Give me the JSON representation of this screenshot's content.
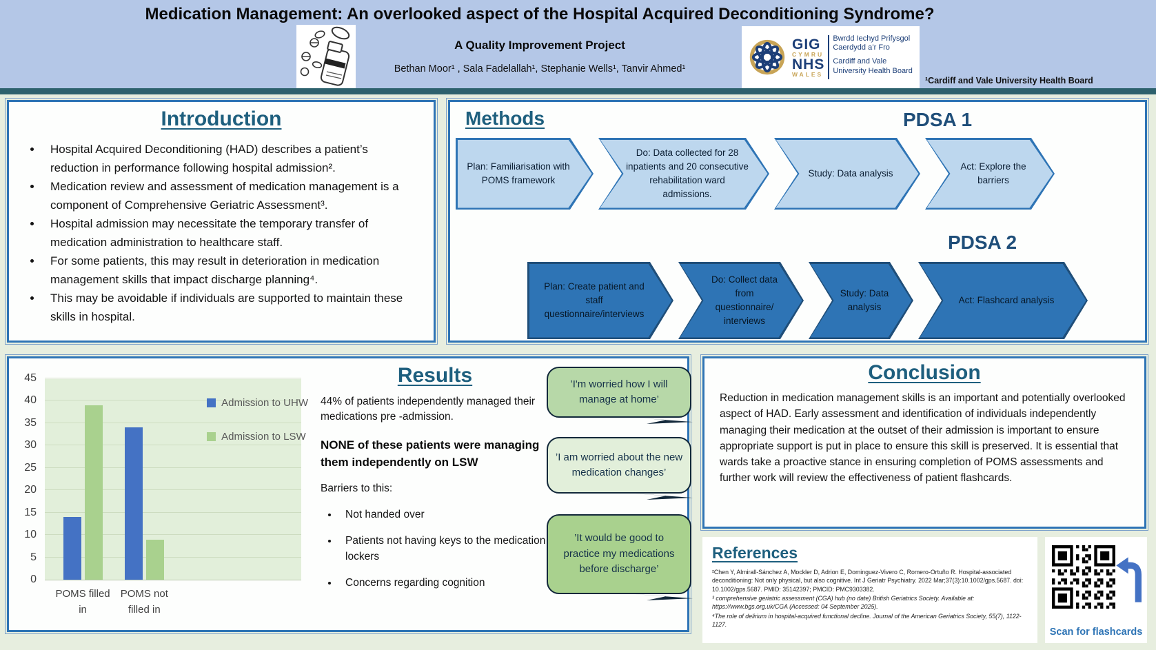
{
  "colors": {
    "header_bg": "#b4c7e7",
    "divider_teal": "#2d616d",
    "body_bg": "#e7eedf",
    "panel_border_blue": "#2e74b5",
    "heading_teal": "#1e5f7e",
    "pdsa1_chevron_fill": "#bdd7ee",
    "pdsa1_chevron_border": "#2e74b5",
    "pdsa2_chevron_fill": "#2e74b5",
    "pdsa2_chevron_border": "#1f4e79",
    "bar_blue": "#4472c4",
    "bar_green": "#a9d18e",
    "chart_plot_bg": "#e2efda",
    "scan_caption_blue": "#2e74b5"
  },
  "header": {
    "title": "Medication Management: An overlooked aspect of the Hospital Acquired Deconditioning Syndrome?",
    "subtitle": "A Quality Improvement Project",
    "authors": "Bethan Moor¹ , Sala Fadelallah¹, Stephanie Wells¹, Tanvir Ahmed¹",
    "affiliation": "¹Cardiff and Vale University Health Board",
    "logo": {
      "gig": "GIG",
      "cymru": "CYMRU",
      "nhs": "NHS",
      "wales": "WALES",
      "welsh_line1": "Bwrdd Iechyd Prifysgol",
      "welsh_line2": "Caerdydd a’r Fro",
      "english_line1": "Cardiff and Vale",
      "english_line2": "University Health Board"
    }
  },
  "introduction": {
    "heading": "Introduction",
    "bullets": [
      "Hospital Acquired Deconditioning (HAD) describes a patient’s reduction in performance following hospital admission².",
      "Medication review and assessment of medication management is a component of Comprehensive Geriatric Assessment³.",
      "Hospital admission may necessitate the temporary transfer of medication administration to healthcare staff.",
      "For some patients, this may result in deterioration in medication management skills that impact discharge planning⁴.",
      "This may be avoidable if individuals are supported to maintain these skills in hospital."
    ]
  },
  "methods": {
    "heading": "Methods",
    "pdsa1": {
      "label": "PDSA 1",
      "steps": [
        "Plan: Familiarisation with POMS framework",
        "Do: Data collected for 28 inpatients and 20 consecutive rehabilitation ward admissions.",
        "Study: Data analysis",
        "Act: Explore the barriers"
      ]
    },
    "pdsa2": {
      "label": "PDSA 2",
      "steps": [
        "Plan: Create patient and staff questionnaire/interviews",
        "Do: Collect data from questionnaire/ interviews",
        "Study: Data analysis",
        "Act: Flashcard analysis"
      ]
    }
  },
  "results": {
    "heading": "Results",
    "para1": "44% of patients independently managed their medications pre -admission.",
    "para2": "NONE of these patients were managing them independently on LSW",
    "barriers_label": "Barriers to this:",
    "barriers": [
      "Not handed over",
      "Patients not having keys to the medication lockers",
      "Concerns regarding cognition"
    ],
    "quotes": [
      {
        "text": "’I'm worried how I will manage at home’",
        "fill": "#b7d8a8"
      },
      {
        "text": "’I am worried about the new medication changes’",
        "fill": "#e2efda"
      },
      {
        "text": "’It would be good to practice my medications before discharge’",
        "fill": "#a9d18e"
      }
    ]
  },
  "chart_data": {
    "type": "bar",
    "categories": [
      "POMS filled in",
      "POMS not filled in"
    ],
    "series": [
      {
        "name": "Admission to UHW",
        "color": "#4472c4",
        "values": [
          14,
          34
        ]
      },
      {
        "name": "Admission to LSW",
        "color": "#a9d18e",
        "values": [
          39,
          9
        ]
      }
    ],
    "title": "",
    "xlabel": "",
    "ylabel": "",
    "ylim": [
      0,
      45
    ],
    "ytick_step": 5,
    "grid": true,
    "legend_position": "top-right-inside"
  },
  "conclusion": {
    "heading": "Conclusion",
    "text": "Reduction in medication management skills is an important and potentially overlooked aspect of HAD. Early assessment and identification of individuals independently managing their medication at the outset of their admission is important to ensure appropriate support is put in place to ensure this skill is preserved. It is essential that wards take a proactive stance in ensuring completion of POMS assessments and further work will review the effectiveness of patient flashcards."
  },
  "references": {
    "heading": "References",
    "items": [
      {
        "text": "²Chen Y, Almirall-Sánchez A, Mockler D, Adrion E, Dominguez-Vivero C, Romero-Ortuño R. Hospital-associated deconditioning: Not only physical, but also cognitive. Int J Geriatr Psychiatry. 2022 Mar;37(3):10.1002/gps.5687. doi: 10.1002/gps.5687. PMID: 35142397; PMCID: PMC9303382.",
        "italic": false
      },
      {
        "text": "³ comprehensive geriatric assessment (CGA) hub (no date) British Geriatrics Society. Available at: https://www.bgs.org.uk/CGA (Accessed: 04 September 2025).",
        "italic": true
      },
      {
        "text": "⁴The role of delirium in hospital-acquired functional decline. Journal of the American Geriatrics Society, 55(7), 1122-1127.",
        "italic": true
      }
    ],
    "qr_caption": "Scan for flashcards"
  }
}
